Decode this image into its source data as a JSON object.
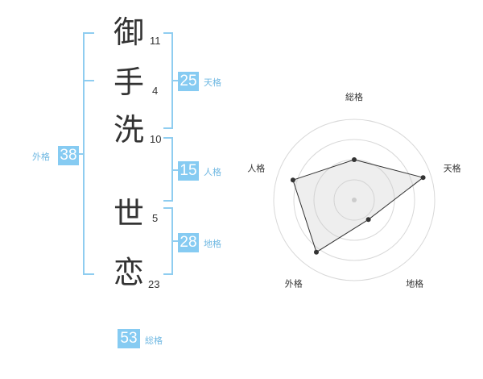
{
  "name": {
    "chars": [
      {
        "char": "御",
        "strokes": "11"
      },
      {
        "char": "手",
        "strokes": "4"
      },
      {
        "char": "洗",
        "strokes": "10"
      },
      {
        "char": "世",
        "strokes": "5"
      },
      {
        "char": "恋",
        "strokes": "23"
      }
    ]
  },
  "kaku": {
    "tenkaku": {
      "value": "25",
      "label": "天格"
    },
    "jinkaku": {
      "value": "15",
      "label": "人格"
    },
    "chikaku": {
      "value": "28",
      "label": "地格"
    },
    "gaikaku": {
      "value": "38",
      "label": "外格"
    },
    "soukaku": {
      "value": "53",
      "label": "総格"
    }
  },
  "colors": {
    "accent": "#86cbf2",
    "bracket": "#8fcdf0",
    "text": "#333333"
  },
  "chart_data": {
    "type": "radar",
    "axes": [
      "総格",
      "天格",
      "地格",
      "外格",
      "人格"
    ],
    "values": [
      0.5,
      0.9,
      0.3,
      0.8,
      0.8
    ],
    "rings": 4,
    "range": [
      0,
      1
    ]
  }
}
